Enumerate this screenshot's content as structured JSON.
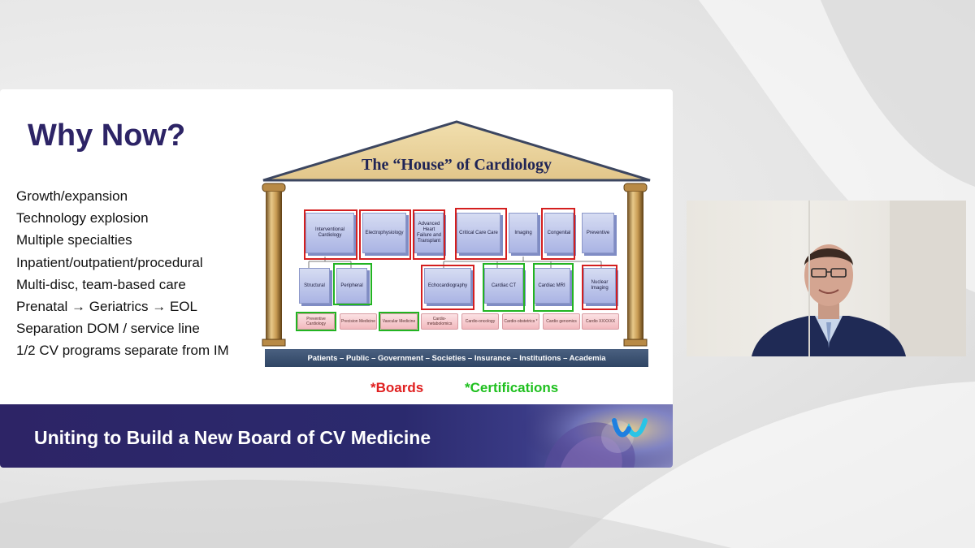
{
  "slide": {
    "title": "Why Now?",
    "bullets": [
      "Growth/expansion",
      "Technology explosion",
      "Multiple specialties",
      "Inpatient/outpatient/procedural",
      "Multi-disc, team-based care",
      "Prenatal → Geriatrics → EOL",
      "Separation DOM / service line",
      "1/2 CV programs separate from IM"
    ],
    "house": {
      "title": "The “House” of Cardiology",
      "top_row": [
        "Interventional Cardiology",
        "Electrophysiology",
        "Advanced Heart Failure and Transplant",
        "Critical Care Care",
        "Imaging",
        "Congenital",
        "Preventive"
      ],
      "middle_row": [
        "Structural",
        "Peripheral",
        "Echocardiography",
        "Cardiac CT",
        "Cardiac MRI",
        "Nuclear Imaging"
      ],
      "bottom_row": [
        "Preventive Cardiology",
        "Precision Medicine",
        "Vascular Medicine",
        "Cardio-metabolomics",
        "Cardio-oncology",
        "Cardio-obstetrics *",
        "Cardio genomics",
        "Cardio XXXXXX"
      ],
      "foundation": "Patients – Public – Government – Societies – Insurance – Institutions – Academia"
    },
    "legend": {
      "boards": "*Boards",
      "certifications": "*Certifications"
    },
    "banner": "Uniting to Build a New Board of CV Medicine"
  },
  "colors": {
    "title": "#2d2466",
    "boards": "#e02020",
    "certifications": "#1ec01e",
    "banner": "#2d2466"
  }
}
